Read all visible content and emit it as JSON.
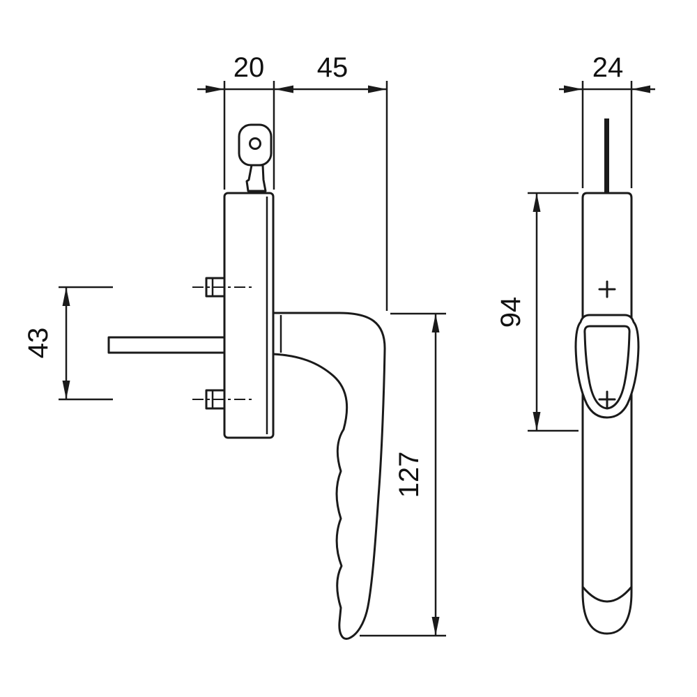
{
  "page": {
    "background_color": "#ffffff",
    "line_color": "#1a1a1a"
  },
  "drawing": {
    "dimensions": {
      "plate_depth": "20",
      "handle_projection": "45",
      "screw_spacing": "43",
      "handle_length": "127",
      "handle_width": "24",
      "rosette_height": "94"
    }
  }
}
